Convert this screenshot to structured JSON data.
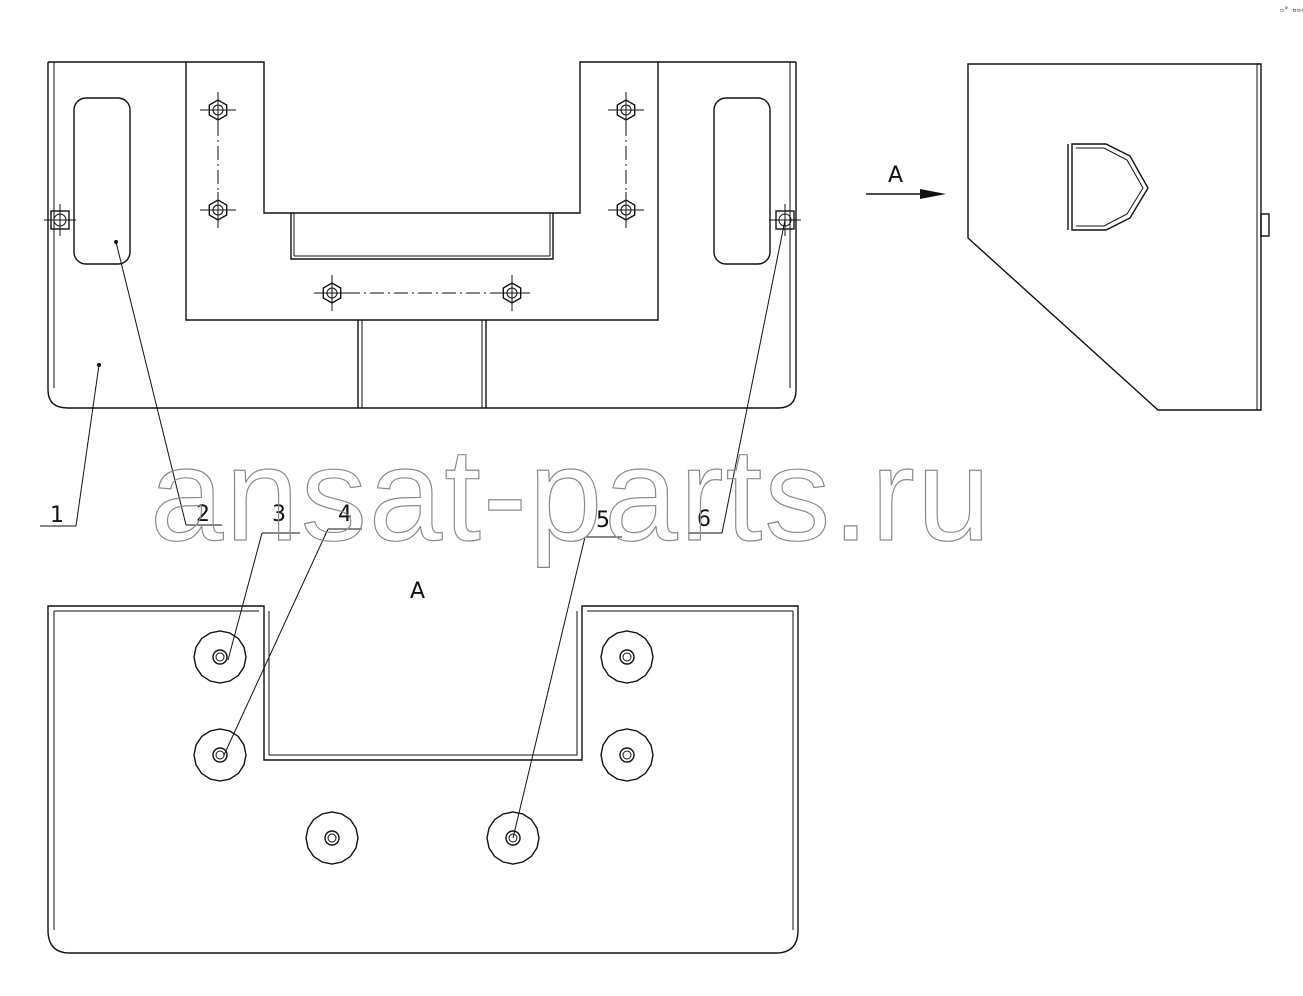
{
  "drawing": {
    "view_arrow_label": "A",
    "view_title": "A",
    "corner_mark": "▫° ▫▫▫",
    "watermark": "ansat-parts.ru",
    "callouts": [
      {
        "id": "1",
        "text": "1"
      },
      {
        "id": "2",
        "text": "2"
      },
      {
        "id": "3",
        "text": "3"
      },
      {
        "id": "4",
        "text": "4"
      },
      {
        "id": "5",
        "text": "5"
      },
      {
        "id": "6",
        "text": "6"
      }
    ]
  }
}
